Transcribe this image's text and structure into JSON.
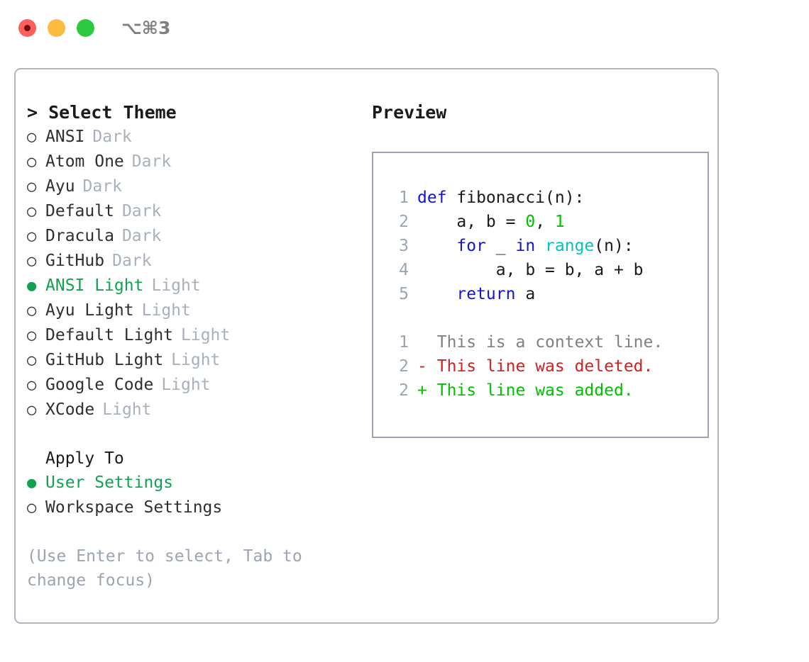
{
  "titlebar": {
    "shortcut": "⌥⌘3",
    "buttons": [
      "close",
      "minimize",
      "maximize"
    ]
  },
  "theme_panel": {
    "heading": "> Select Theme",
    "items": [
      {
        "label": "ANSI",
        "badge": "Dark",
        "selected": false,
        "bullet": "○"
      },
      {
        "label": "Atom One",
        "badge": "Dark",
        "selected": false,
        "bullet": "○"
      },
      {
        "label": "Ayu",
        "badge": "Dark",
        "selected": false,
        "bullet": "○"
      },
      {
        "label": "Default",
        "badge": "Dark",
        "selected": false,
        "bullet": "○"
      },
      {
        "label": "Dracula",
        "badge": "Dark",
        "selected": false,
        "bullet": "○"
      },
      {
        "label": "GitHub",
        "badge": "Dark",
        "selected": false,
        "bullet": "○"
      },
      {
        "label": "ANSI Light",
        "badge": "Light",
        "selected": true,
        "bullet": "●"
      },
      {
        "label": "Ayu Light",
        "badge": "Light",
        "selected": false,
        "bullet": "○"
      },
      {
        "label": "Default Light",
        "badge": "Light",
        "selected": false,
        "bullet": "○"
      },
      {
        "label": "GitHub Light",
        "badge": "Light",
        "selected": false,
        "bullet": "○"
      },
      {
        "label": "Google Code",
        "badge": "Light",
        "selected": false,
        "bullet": "○"
      },
      {
        "label": "XCode",
        "badge": "Light",
        "selected": false,
        "bullet": "○"
      }
    ]
  },
  "apply_to": {
    "heading": "Apply To",
    "items": [
      {
        "label": "User Settings",
        "selected": true,
        "bullet": "●"
      },
      {
        "label": "Workspace Settings",
        "selected": false,
        "bullet": "○"
      }
    ]
  },
  "hint": "(Use Enter to select, Tab to change focus)",
  "preview": {
    "heading": "Preview",
    "code_lines": [
      {
        "lineno": "1",
        "tokens": [
          {
            "text": "def ",
            "kind": "kw"
          },
          {
            "text": "fibonacci(n):",
            "kind": "plain"
          }
        ]
      },
      {
        "lineno": "2",
        "tokens": [
          {
            "text": "    a, b = ",
            "kind": "plain"
          },
          {
            "text": "0",
            "kind": "num"
          },
          {
            "text": ", ",
            "kind": "plain"
          },
          {
            "text": "1",
            "kind": "num"
          }
        ]
      },
      {
        "lineno": "3",
        "tokens": [
          {
            "text": "    ",
            "kind": "plain"
          },
          {
            "text": "for",
            "kind": "kw"
          },
          {
            "text": " _ ",
            "kind": "plain"
          },
          {
            "text": "in",
            "kind": "kw"
          },
          {
            "text": " ",
            "kind": "plain"
          },
          {
            "text": "range",
            "kind": "fn"
          },
          {
            "text": "(n):",
            "kind": "plain"
          }
        ]
      },
      {
        "lineno": "4",
        "tokens": [
          {
            "text": "        a, b = b, a + b",
            "kind": "plain"
          }
        ]
      },
      {
        "lineno": "5",
        "tokens": [
          {
            "text": "    ",
            "kind": "plain"
          },
          {
            "text": "return",
            "kind": "kw"
          },
          {
            "text": " a",
            "kind": "plain"
          }
        ]
      }
    ],
    "diff_lines": [
      {
        "lineno": "1",
        "marker": " ",
        "text": "This is a context line.",
        "kind": "ctx"
      },
      {
        "lineno": "2",
        "marker": "-",
        "text": "This line was deleted.",
        "kind": "del"
      },
      {
        "lineno": "2",
        "marker": "+",
        "text": "This line was added.",
        "kind": "add"
      }
    ]
  },
  "colors": {
    "accent_green": "#12a150",
    "keyword_blue": "#1414d2",
    "number_green": "#00c000",
    "function_cyan": "#00c3c3",
    "diff_deleted": "#cc2222",
    "diff_added": "#00c000",
    "muted_gray": "#9aa5b1",
    "border": "#adb5bd"
  }
}
